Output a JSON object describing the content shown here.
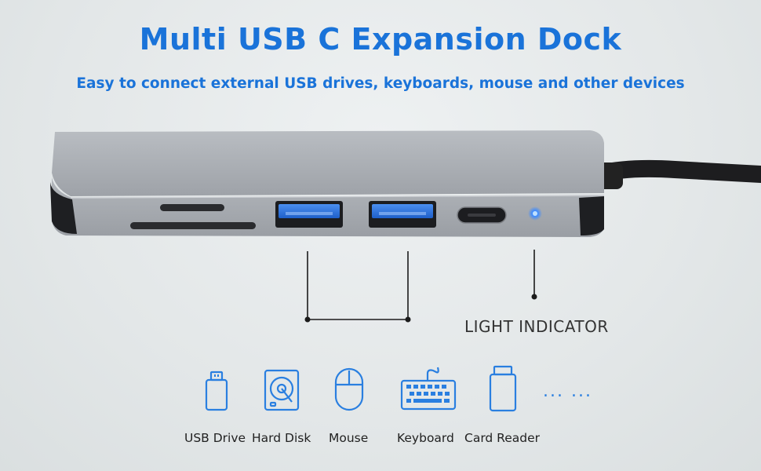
{
  "header": {
    "title": "Multi USB C Expansion Dock",
    "subtitle": "Easy to connect external USB drives, keyboards, mouse and other devices"
  },
  "callout": {
    "indicator_label": "LIGHT INDICATOR"
  },
  "devices": [
    {
      "label": "USB Drive",
      "icon": "usb-drive-icon"
    },
    {
      "label": "Hard Disk",
      "icon": "hard-disk-icon"
    },
    {
      "label": "Mouse",
      "icon": "mouse-icon"
    },
    {
      "label": "Keyboard",
      "icon": "keyboard-icon"
    },
    {
      "label": "Card Reader",
      "icon": "card-reader-icon"
    }
  ],
  "more_devices": "... ...",
  "colors": {
    "accent": "#1a73d9",
    "hub_body": "#a7abb1",
    "usb_port": "#2a6fd8",
    "led": "#3d8bff"
  }
}
